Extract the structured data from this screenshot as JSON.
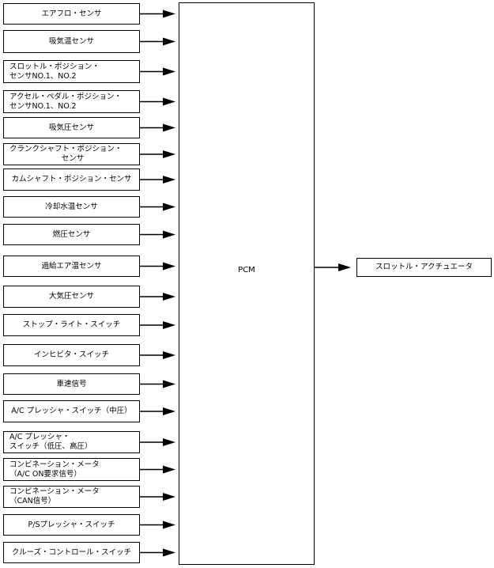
{
  "inputs": [
    {
      "lines": [
        "エアフロ・センサ"
      ],
      "align": "center"
    },
    {
      "lines": [
        "吸気温センサ"
      ],
      "align": "center"
    },
    {
      "lines": [
        "スロットル・ポジション・",
        "センサNO.1、NO.2"
      ],
      "align": "left"
    },
    {
      "lines": [
        "アクセル・ペダル・ポジション・",
        "センサNO.1、NO.2"
      ],
      "align": "left"
    },
    {
      "lines": [
        "吸気圧センサ"
      ],
      "align": "center"
    },
    {
      "lines": [
        "クランクシャフト・ポジション・",
        "センサ"
      ],
      "align": "mixed"
    },
    {
      "lines": [
        "カムシャフト・ポジション・センサ"
      ],
      "align": "center"
    },
    {
      "lines": [
        "冷却水温センサ"
      ],
      "align": "center"
    },
    {
      "lines": [
        "燃圧センサ"
      ],
      "align": "center"
    },
    {
      "lines": [
        "過給エア温センサ"
      ],
      "align": "center"
    },
    {
      "lines": [
        "大気圧センサ"
      ],
      "align": "center"
    },
    {
      "lines": [
        "ストップ・ライト・スイッチ"
      ],
      "align": "center"
    },
    {
      "lines": [
        "インヒビタ・スイッチ"
      ],
      "align": "center"
    },
    {
      "lines": [
        "車速信号"
      ],
      "align": "center"
    },
    {
      "lines": [
        "A/C プレッシャ・スイッチ（中圧）"
      ],
      "align": "center"
    },
    {
      "lines": [
        "A/C プレッシャ・",
        "スイッチ（低圧、高圧）"
      ],
      "align": "left"
    },
    {
      "lines": [
        "コンビネーション・メータ",
        "（A/C ON要求信号）"
      ],
      "align": "left"
    },
    {
      "lines": [
        "コンビネーション・メータ",
        "（CAN信号）"
      ],
      "align": "left"
    },
    {
      "lines": [
        "P/Sプレッシャ・スイッチ"
      ],
      "align": "center"
    },
    {
      "lines": [
        "クルーズ・コントロール・スイッチ"
      ],
      "align": "center"
    }
  ],
  "pcm": {
    "label": "PCM"
  },
  "output": {
    "label": "スロットル・アクチュエータ"
  }
}
